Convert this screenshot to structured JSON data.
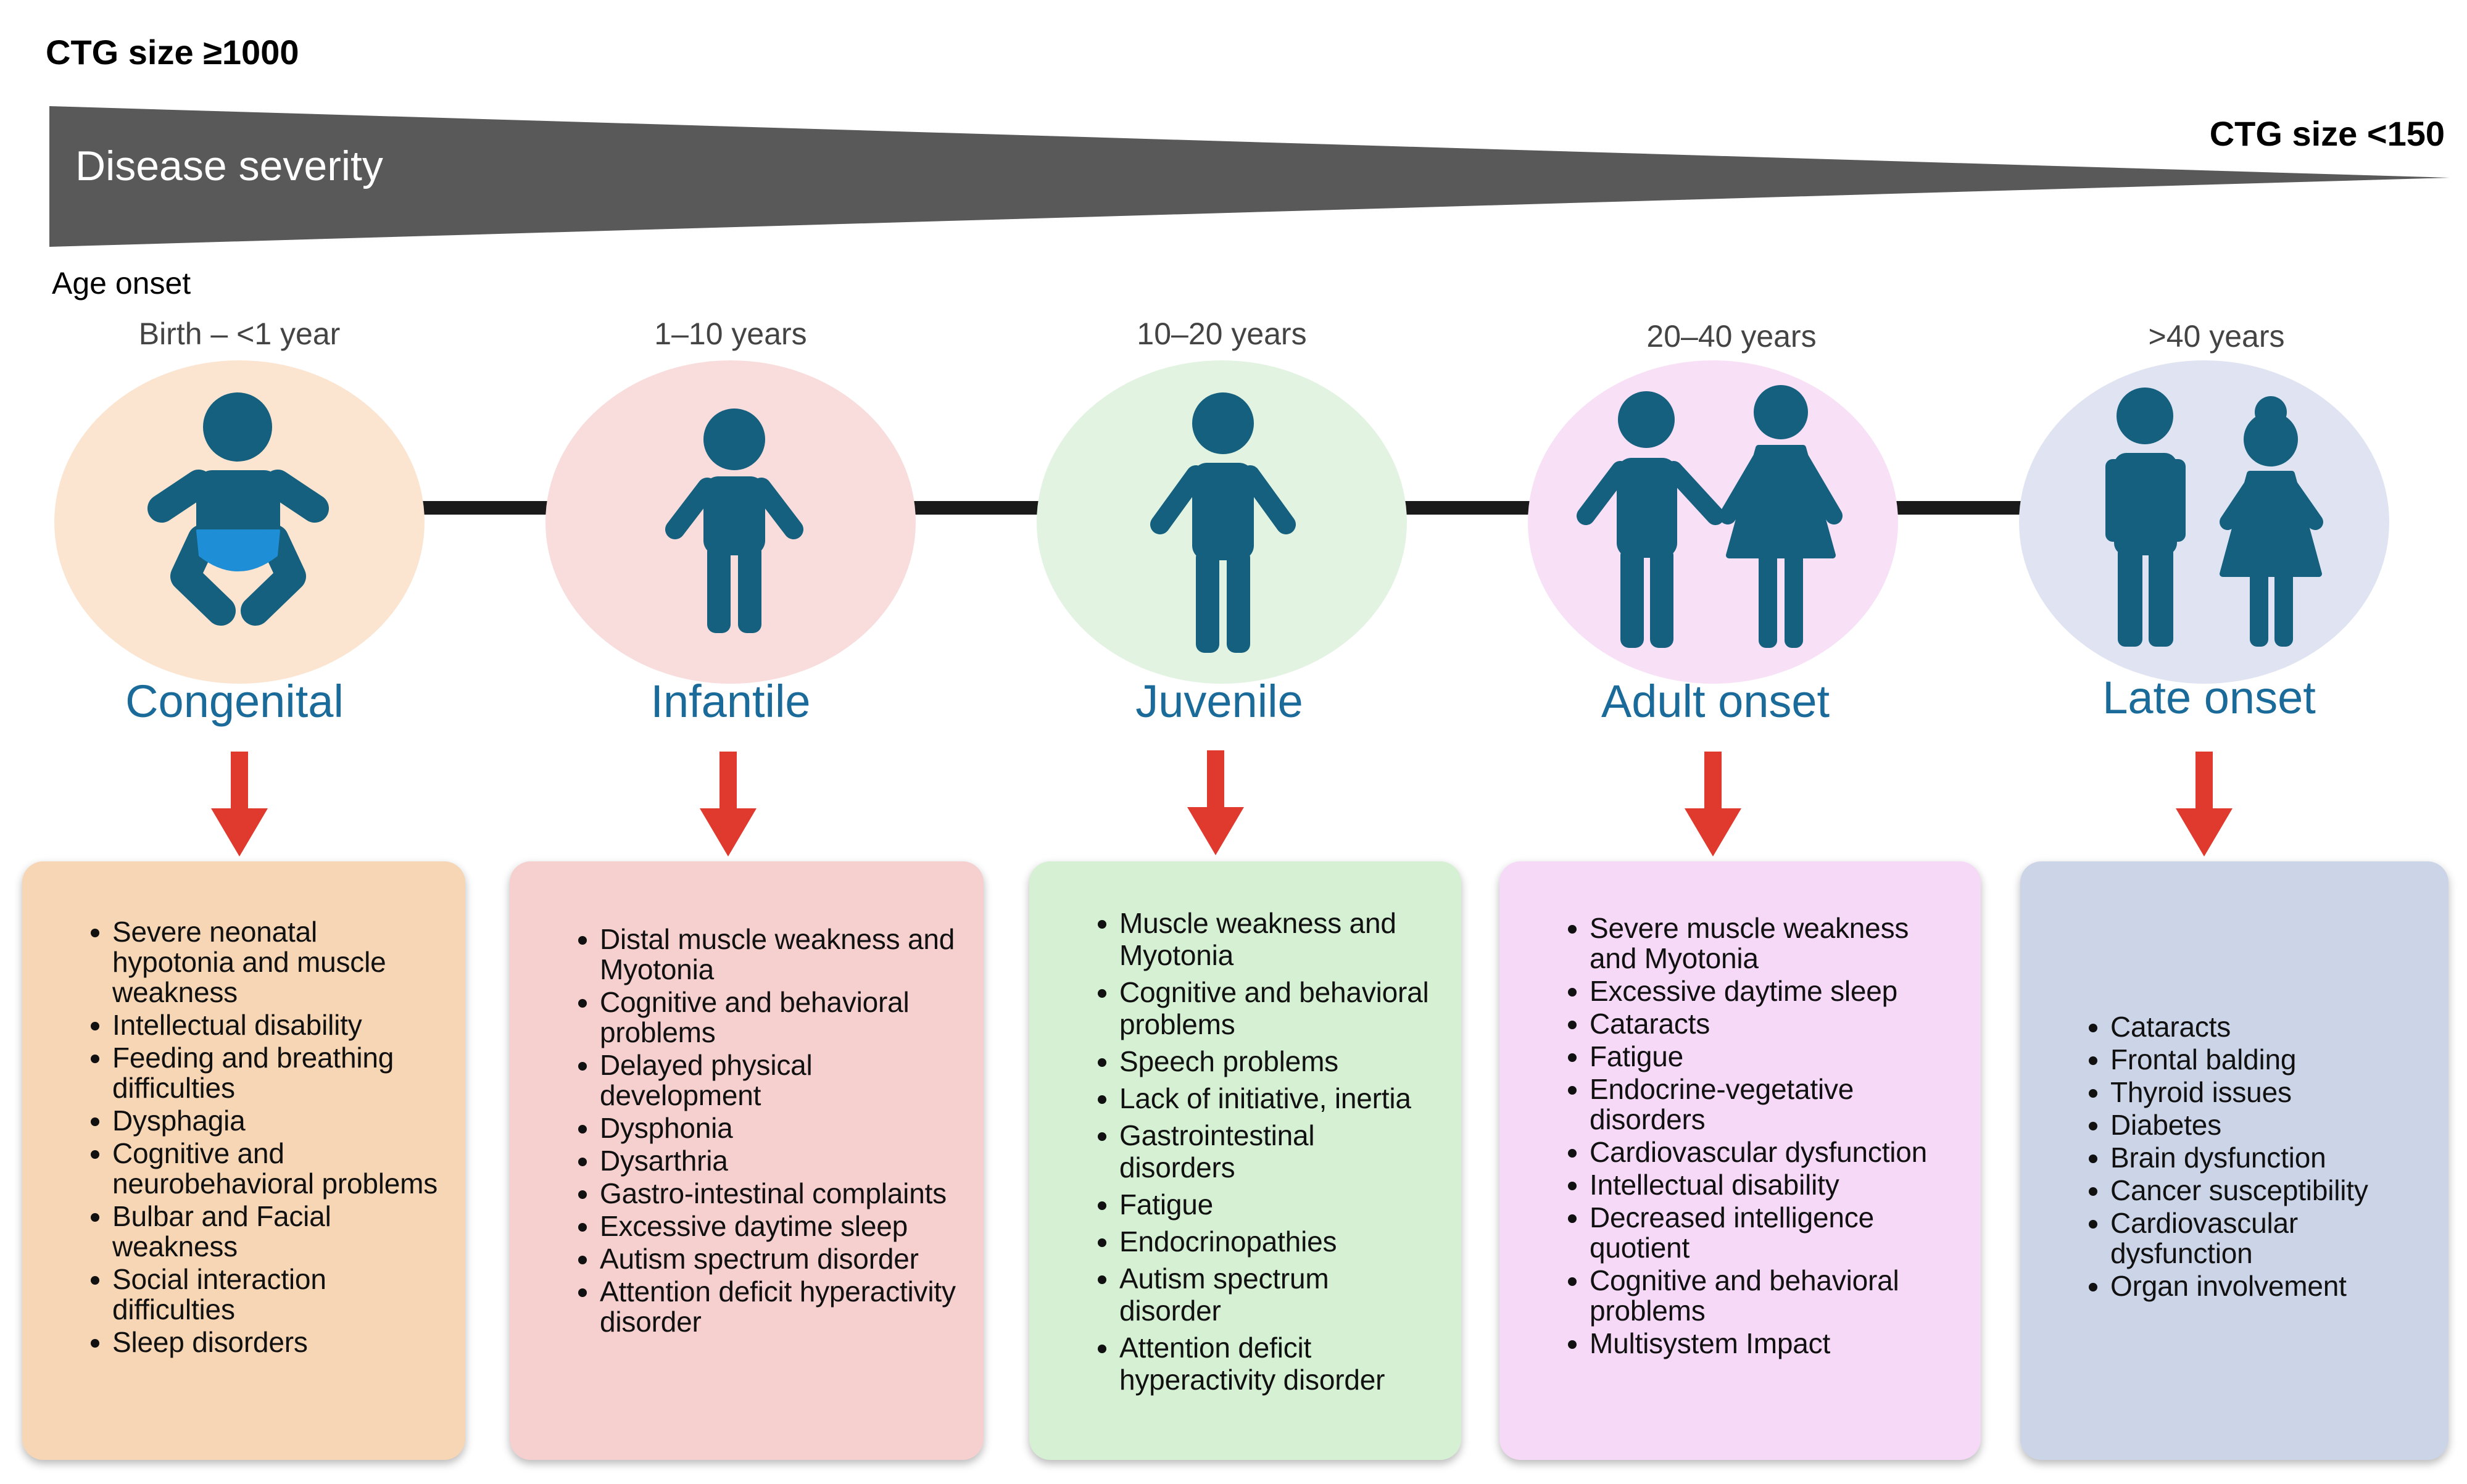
{
  "header": {
    "ctg_high": "CTG size ≥1000",
    "ctg_low": "CTG size <150",
    "severity_label": "Disease severity",
    "age_onset_title": "Age onset"
  },
  "colors": {
    "wedge": "#595959",
    "figure": "#14607e",
    "diaper": "#1e8fd6",
    "stage_text": "#1a6a9a",
    "arrow": "#e03a2f",
    "connector": "#1a1a1a"
  },
  "stages": [
    {
      "age": "Birth – <1 year",
      "name": "Congenital",
      "icon": "baby-icon",
      "circle_color": "#fbe5d0",
      "box_color": "#f6d6b5",
      "items": [
        "Severe neonatal hypotonia and muscle weakness",
        "Intellectual disability",
        "Feeding and breathing difficulties",
        "Dysphagia",
        "Cognitive and neurobehavioral problems",
        "Bulbar and Facial weakness",
        "Social interaction difficulties",
        "Sleep disorders"
      ]
    },
    {
      "age": "1–10 years",
      "name": "Infantile",
      "icon": "child-icon",
      "circle_color": "#f9dcdc",
      "box_color": "#f5d0cf",
      "items": [
        "Distal muscle weakness and Myotonia",
        "Cognitive and behavioral problems",
        "Delayed physical development",
        "Dysphonia",
        "Dysarthria",
        "Gastro-intestinal complaints",
        "Excessive daytime sleep",
        "Autism spectrum disorder",
        "Attention deficit hyperactivity disorder"
      ]
    },
    {
      "age": "10–20 years",
      "name": "Juvenile",
      "icon": "teen-icon",
      "circle_color": "#e2f3e2",
      "box_color": "#d6f0d4",
      "items": [
        "Muscle weakness and Myotonia",
        "Cognitive and behavioral problems",
        "Speech problems",
        "Lack of initiative, inertia",
        "Gastrointestinal disorders",
        "Fatigue",
        "Endocrinopathies",
        "Autism spectrum disorder",
        "Attention deficit hyperactivity disorder"
      ]
    },
    {
      "age": "20–40 years",
      "name": "Adult onset",
      "icon": "adult-couple-icon",
      "circle_color": "#f8e0f7",
      "box_color": "#f6d9f7",
      "items": [
        "Severe muscle weakness and Myotonia",
        "Excessive daytime sleep",
        "Cataracts",
        "Fatigue",
        "Endocrine-vegetative disorders",
        "Cardiovascular dysfunction",
        "Intellectual disability",
        "Decreased intelligence quotient",
        "Cognitive and behavioral problems",
        "Multisystem Impact"
      ]
    },
    {
      "age": ">40 years",
      "name": "Late onset",
      "icon": "elderly-couple-icon",
      "circle_color": "#e0e4f2",
      "box_color": "#ccd5e8",
      "items": [
        "Cataracts",
        "Frontal balding",
        "Thyroid issues",
        "Diabetes",
        "Brain dysfunction",
        "Cancer susceptibility",
        "Cardiovascular dysfunction",
        "Organ involvement"
      ]
    }
  ]
}
